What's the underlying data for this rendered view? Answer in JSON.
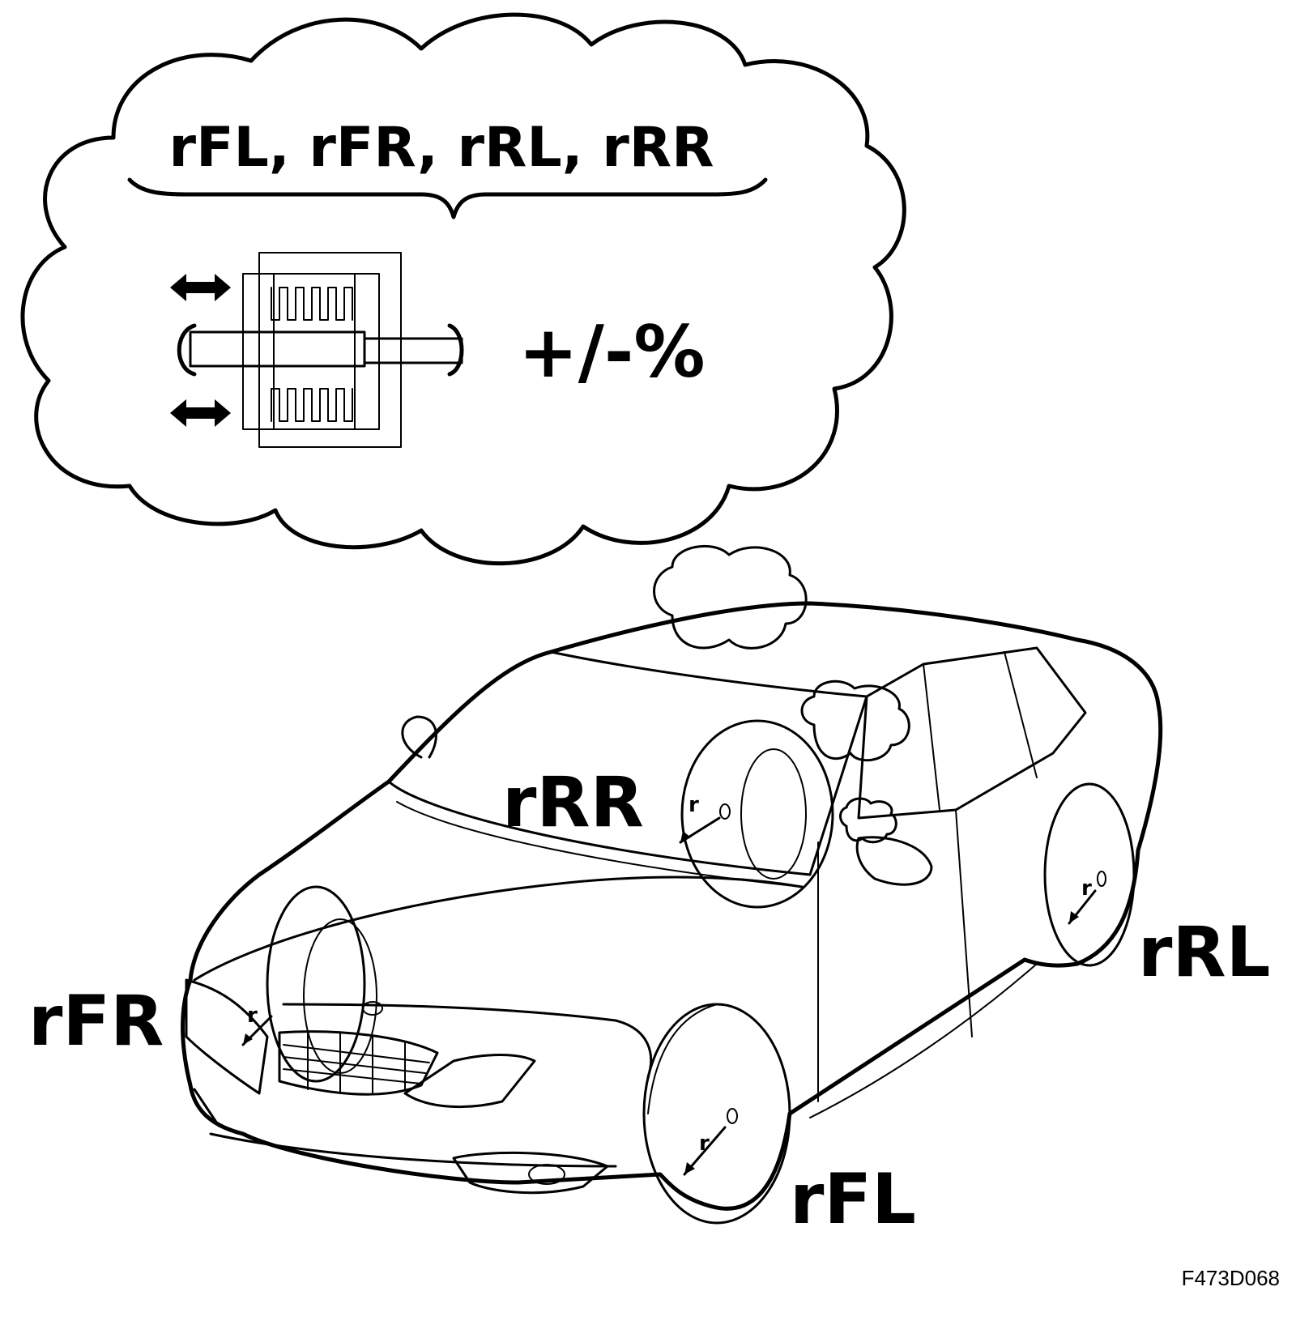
{
  "bubble": {
    "wheels_label": "rFL, rFR, rRL, rRR",
    "percent_label": "+/-%"
  },
  "car": {
    "label_rRR": "rRR",
    "label_rFR": "rFR",
    "label_rRL": "rRL",
    "label_rFL": "rFL",
    "radius_label": "r"
  },
  "figure_code": "F473D068"
}
